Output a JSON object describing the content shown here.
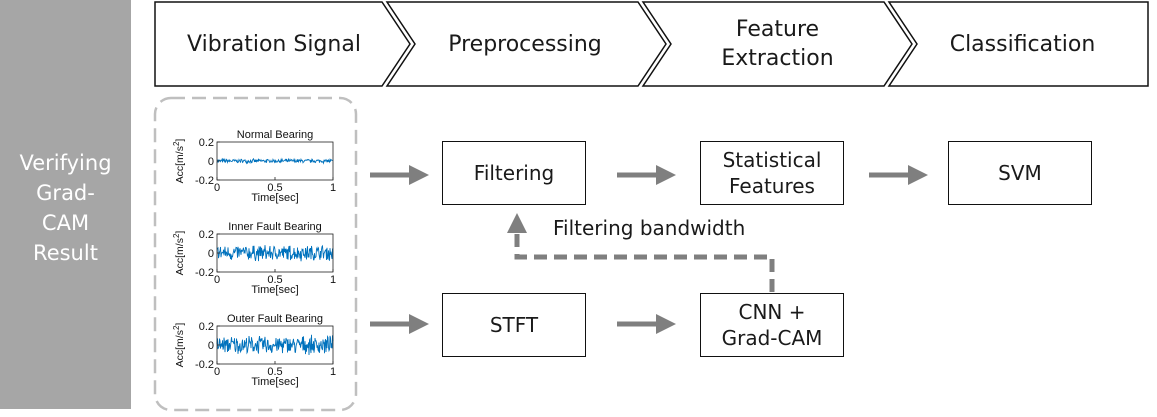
{
  "sidebar": {
    "lines": [
      "Verifying",
      "Grad-",
      "CAM",
      "Result"
    ]
  },
  "pipeline": {
    "steps": [
      {
        "label": [
          "Vibration Signal"
        ]
      },
      {
        "label": [
          "Preprocessing"
        ]
      },
      {
        "label": [
          "Feature",
          "Extraction"
        ]
      },
      {
        "label": [
          "Classification"
        ]
      }
    ]
  },
  "boxes": {
    "filtering": [
      "Filtering"
    ],
    "statistical": [
      "Statistical",
      "Features"
    ],
    "svm": [
      "SVM"
    ],
    "stft": [
      "STFT"
    ],
    "cnn": [
      "CNN +",
      "Grad-CAM"
    ]
  },
  "feedback": {
    "label": "Filtering bandwidth"
  },
  "plots": {
    "ylabel_base": "Acc[m/s",
    "ylabel_sup": "2",
    "ylabel_end": "]",
    "xlabel": "Time[sec]",
    "yticks": [
      "0.2",
      "0",
      "-0.2"
    ],
    "xticks": [
      "0",
      "0.5",
      "1"
    ],
    "panels": [
      {
        "title": "Normal Bearing",
        "amplitude": 0.02
      },
      {
        "title": "Inner Fault Bearing",
        "amplitude": 0.08
      },
      {
        "title": "Outer Fault Bearing",
        "amplitude": 0.09
      }
    ]
  },
  "colors": {
    "sidebar": "#a6a6a6",
    "arrow": "#7f7f7f",
    "signal": "#0072bd"
  }
}
